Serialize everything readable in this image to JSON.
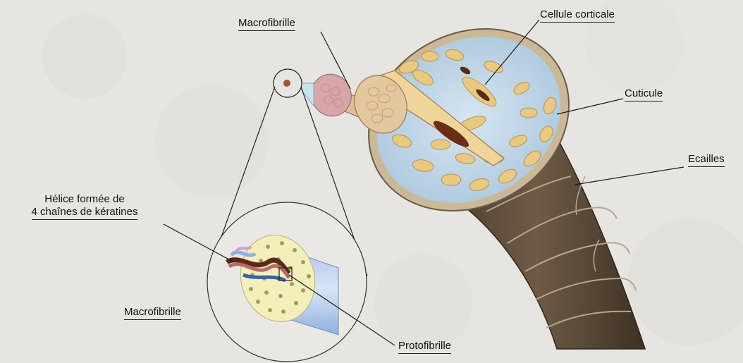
{
  "labels": {
    "macrofibrille_top": "Macrofibrille",
    "cellule_corticale": "Cellule corticale",
    "cuticule": "Cuticule",
    "ecailles": "Ecailles",
    "helice_line1": "Hélice formée de",
    "helice_line2": "4 chaînes de kératines",
    "macrofibrille_bottom": "Macrofibrille",
    "protofibrille": "Protofibrille"
  },
  "colors": {
    "background": "#e6e5e1",
    "hair_shaft": "#5a4a38",
    "cuticle": "#cbb896",
    "cortex": "#b9d3e6",
    "cortical_cells": "#e8c97f",
    "macrofibril": "#d6a58c",
    "protofibril_dots": "#9aa05a",
    "leader_lines": "#1a1a1a"
  }
}
